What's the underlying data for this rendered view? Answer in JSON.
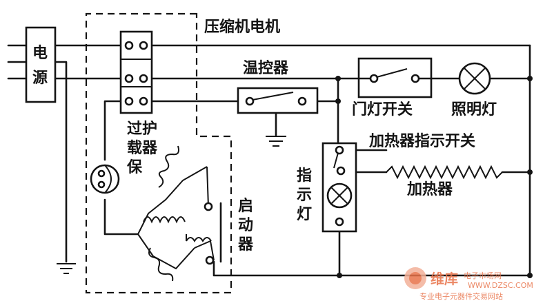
{
  "labels": {
    "power_source": [
      "电",
      "源"
    ],
    "compressor_motor": "压缩机电机",
    "thermostat": "温控器",
    "door_light_switch": "门灯开关",
    "lighting_lamp": "照明灯",
    "heater_indicator_switch": "加热器指示开关",
    "heater": "加热器",
    "indicator_lamp": [
      "指",
      "示",
      "灯"
    ],
    "overload_protector": [
      "过护",
      "载器",
      "保"
    ],
    "starter": [
      "启",
      "动",
      "器"
    ]
  },
  "watermark": {
    "brand": "维库",
    "site_cn": "电子市场网",
    "url": "WWW.DZSC.COM",
    "slogan": "专业电子元器件交易网站",
    "colors": {
      "primary": "#e8734a",
      "light": "#f3b199"
    }
  },
  "colors": {
    "ink": "#141414",
    "paper": "#ffffff"
  }
}
